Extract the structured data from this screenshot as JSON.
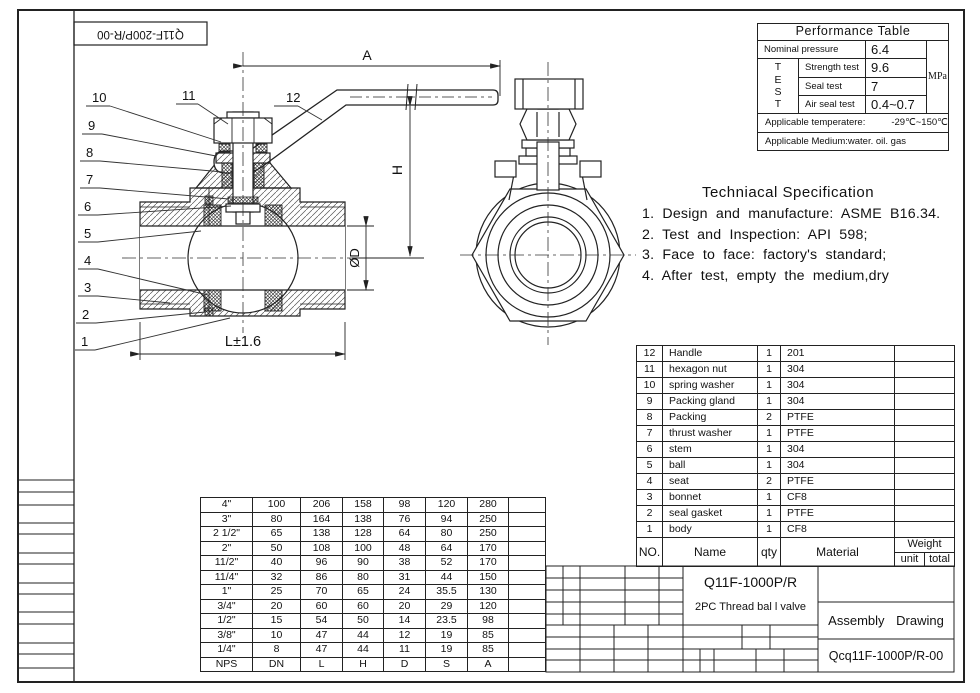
{
  "frame": {
    "top_left_code": "Q11F-200P/R-00"
  },
  "performance_table": {
    "title": "Performance Table",
    "nominal_label": "Nominal pressure",
    "nominal_value": "6.4",
    "test_letters": "T\nE\nS\nT",
    "rows": [
      {
        "label": "Strength test",
        "value": "9.6"
      },
      {
        "label": "Seal test",
        "value": "7"
      },
      {
        "label": "Air seal test",
        "value": "0.4~0.7"
      }
    ],
    "unit": "MPa",
    "temp_label": "Applicable temperatere:",
    "temp_value": "-29℃~150℃",
    "medium": "Applicable Medium:water. oil. gas"
  },
  "tech_spec": {
    "title": "Techniacal Specification",
    "items": [
      "1. Design and manufacture: ASME B16.34.",
      "2. Test and Inspection: API 598;",
      "3. Face to face: factory's standard;",
      "4. After test, empty the medium,dry"
    ]
  },
  "parts_table": {
    "no": "NO.",
    "name": "Name",
    "qty": "qty",
    "material": "Material",
    "weight": "Weight",
    "unit": "unit",
    "total": "total",
    "rows": [
      {
        "no": "12",
        "name": "Handle",
        "qty": "1",
        "material": "201"
      },
      {
        "no": "11",
        "name": "hexagon nut",
        "qty": "1",
        "material": "304"
      },
      {
        "no": "10",
        "name": "spring washer",
        "qty": "1",
        "material": "304"
      },
      {
        "no": "9",
        "name": "Packing gland",
        "qty": "1",
        "material": "304"
      },
      {
        "no": "8",
        "name": "Packing",
        "qty": "2",
        "material": "PTFE"
      },
      {
        "no": "7",
        "name": "thrust washer",
        "qty": "1",
        "material": "PTFE"
      },
      {
        "no": "6",
        "name": "stem",
        "qty": "1",
        "material": "304"
      },
      {
        "no": "5",
        "name": "ball",
        "qty": "1",
        "material": "304"
      },
      {
        "no": "4",
        "name": "seat",
        "qty": "2",
        "material": "PTFE"
      },
      {
        "no": "3",
        "name": "bonnet",
        "qty": "1",
        "material": "CF8"
      },
      {
        "no": "2",
        "name": "seal gasket",
        "qty": "1",
        "material": "PTFE"
      },
      {
        "no": "1",
        "name": "body",
        "qty": "1",
        "material": "CF8"
      }
    ]
  },
  "dimension_table": {
    "headers": [
      "NPS",
      "DN",
      "L",
      "H",
      "D",
      "S",
      "A"
    ],
    "rows": [
      [
        "4\"",
        "100",
        "206",
        "158",
        "98",
        "120",
        "280"
      ],
      [
        "3\"",
        "80",
        "164",
        "138",
        "76",
        "94",
        "250"
      ],
      [
        "2 1/2\"",
        "65",
        "138",
        "128",
        "64",
        "80",
        "250"
      ],
      [
        "2\"",
        "50",
        "108",
        "100",
        "48",
        "64",
        "170"
      ],
      [
        "11/2\"",
        "40",
        "96",
        "90",
        "38",
        "52",
        "170"
      ],
      [
        "11/4\"",
        "32",
        "86",
        "80",
        "31",
        "44",
        "150"
      ],
      [
        "1\"",
        "25",
        "70",
        "65",
        "24",
        "35.5",
        "130"
      ],
      [
        "3/4\"",
        "20",
        "60",
        "60",
        "20",
        "29",
        "120"
      ],
      [
        "1/2\"",
        "15",
        "54",
        "50",
        "14",
        "23.5",
        "98"
      ],
      [
        "3/8\"",
        "10",
        "47",
        "44",
        "12",
        "19",
        "85"
      ],
      [
        "1/4\"",
        "8",
        "47",
        "44",
        "11",
        "19",
        "85"
      ]
    ]
  },
  "title_block": {
    "model": "Q11F-1000P/R",
    "subtitle": "2PC Thread bal l valve",
    "doc_type": "Assembly Drawing",
    "code": "Qcq11F-1000P/R-00"
  },
  "drawing": {
    "callouts": [
      "1",
      "2",
      "3",
      "4",
      "5",
      "6",
      "7",
      "8",
      "9",
      "10",
      "11",
      "12"
    ],
    "dim_a": "A",
    "dim_h": "H",
    "dim_d": "ØD",
    "dim_l": "L±1.6"
  }
}
